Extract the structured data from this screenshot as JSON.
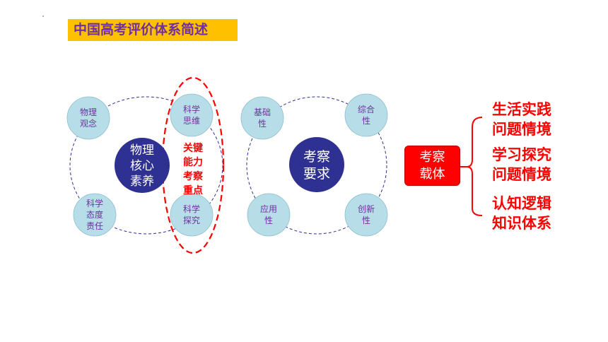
{
  "title": "中国高考评价体系简述",
  "core_literacy": {
    "center_lines": [
      "物理",
      "核心",
      "素养"
    ],
    "satellites": [
      {
        "id": "concept",
        "lines": [
          "物理",
          "观念"
        ]
      },
      {
        "id": "thinking",
        "lines": [
          "科学",
          "思维"
        ]
      },
      {
        "id": "attitude",
        "lines": [
          "科学",
          "态度",
          "责任"
        ]
      },
      {
        "id": "inquiry",
        "lines": [
          "科学",
          "探究"
        ]
      }
    ],
    "highlight_lines": [
      "关键",
      "能力",
      "考察",
      "重点"
    ]
  },
  "requirements": {
    "center_lines": [
      "考察",
      "要求"
    ],
    "satellites": [
      {
        "id": "basic",
        "lines": [
          "基础",
          "性"
        ]
      },
      {
        "id": "comprehensive",
        "lines": [
          "综合",
          "性"
        ]
      },
      {
        "id": "application",
        "lines": [
          "应用",
          "性"
        ]
      },
      {
        "id": "innovation",
        "lines": [
          "创新",
          "性"
        ]
      }
    ]
  },
  "carrier": {
    "lines": [
      "考察",
      "载体"
    ],
    "contexts": [
      {
        "lines": [
          "生活实践",
          "问题情境"
        ]
      },
      {
        "lines": [
          "学习探究",
          "问题情境"
        ]
      },
      {
        "lines": [
          "认知逻辑",
          "知识体系"
        ]
      }
    ]
  },
  "colors": {
    "title_bg": "#ffc000",
    "title_text": "#7030a0",
    "satellite_fill": "#b6dde8",
    "core_fill": "#2e3192",
    "accent_red": "#ff0000",
    "ring_stroke": "#2e3192"
  }
}
